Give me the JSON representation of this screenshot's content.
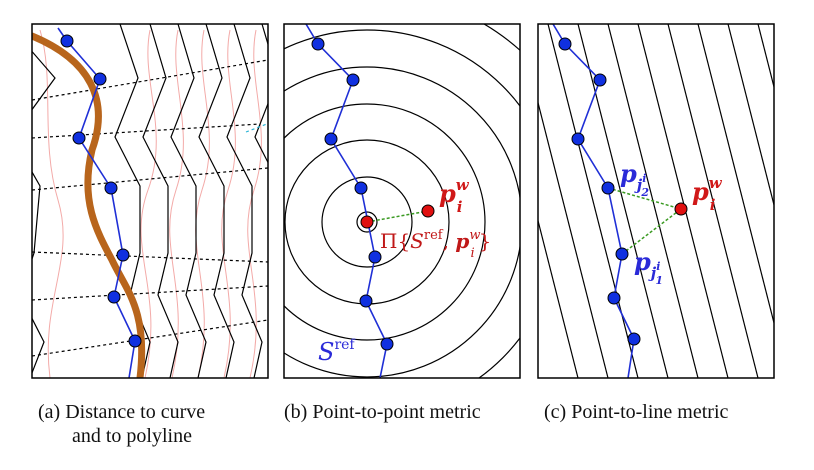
{
  "panels": [
    {
      "id": "a",
      "caption_line1": "(a) Distance to curve",
      "caption_line2": "and to polyline"
    },
    {
      "id": "b",
      "caption": "(b) Point-to-point metric"
    },
    {
      "id": "c",
      "caption": "(c) Point-to-line metric"
    }
  ],
  "labels": {
    "p_i_w": "p",
    "p_i_w_sup": "w",
    "p_i_w_sub": "i",
    "projection": "Π{",
    "projection_s": "S",
    "projection_s_sup": "ref",
    "projection_p": "p",
    "projection_p_sup": "w",
    "projection_p_sub": "i",
    "projection_close": "}",
    "s_ref": "S",
    "s_ref_sup": "ref",
    "p_j2": "p",
    "p_j2_sub": "j",
    "p_j2_subsup": "i",
    "p_j2_subsub": "2",
    "p_j1": "p",
    "p_j1_sub": "j",
    "p_j1_subsup": "i",
    "p_j1_subsub": "1"
  },
  "colors": {
    "polyline": "#1f2fd6",
    "point_fill": "#1030e0",
    "query_point": "#e01010",
    "curve": "#b8651c",
    "offset_lines": "#f3aaa8",
    "connector": "#3a9a22",
    "label_red": "#d01818",
    "label_blue": "#2a2ad8",
    "label_green": "#c01818"
  }
}
